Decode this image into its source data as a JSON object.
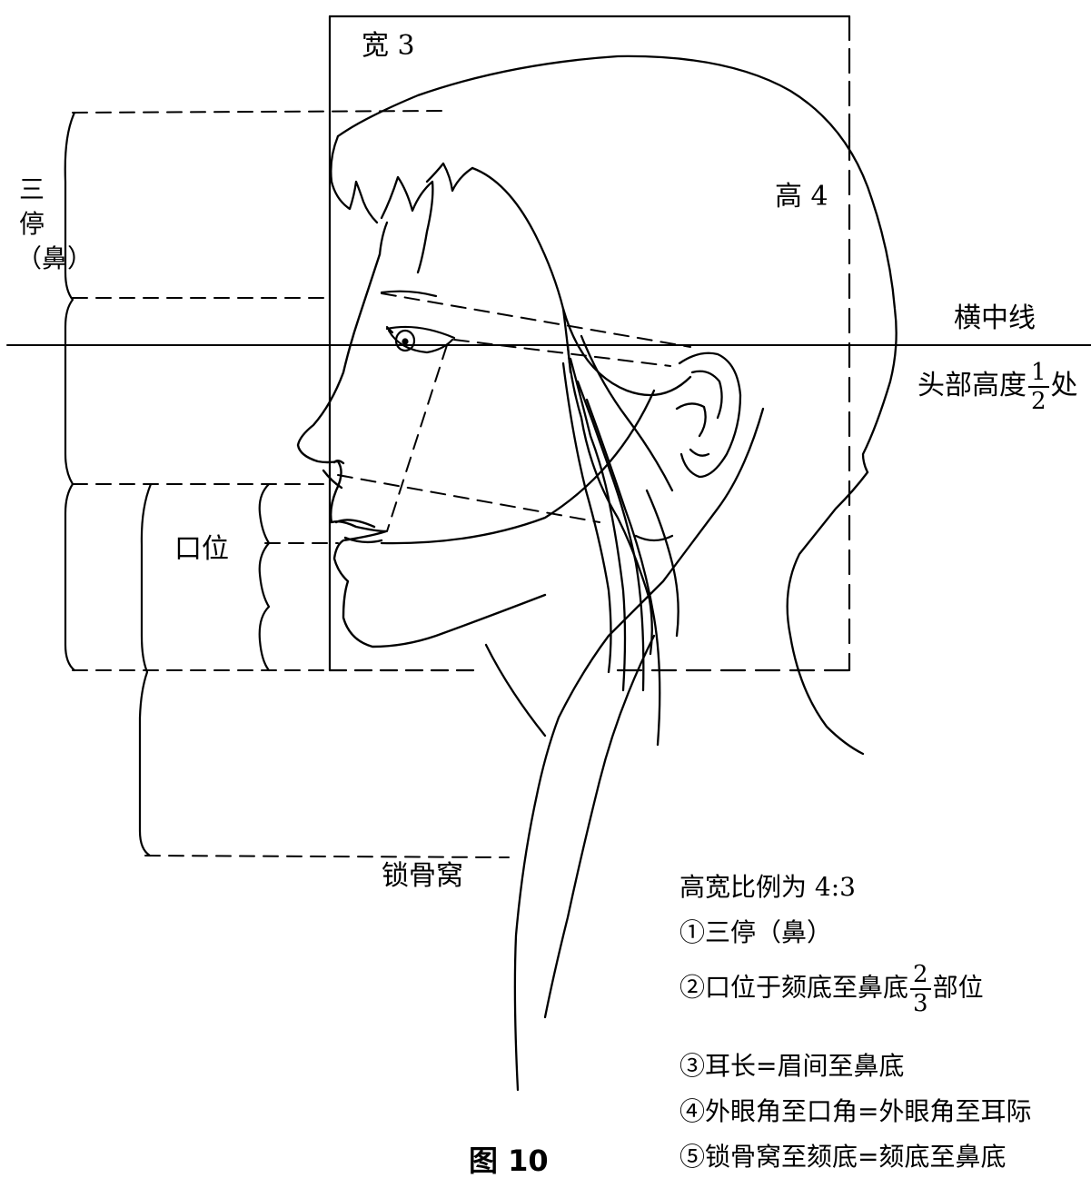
{
  "labels": {
    "width": "宽 3",
    "height": "高 4",
    "horizontal_midline": "横中线",
    "head_half_prefix": "头部高度",
    "head_half_frac_num": "1",
    "head_half_frac_den": "2",
    "head_half_suffix": "处",
    "three_sections": "三停（鼻）",
    "mouth_position": "口位",
    "clavicle_fossa": "锁骨窝",
    "figure_caption": "图 10"
  },
  "notes": {
    "ratio": "高宽比例为 4:3",
    "n1": "①三停（鼻）",
    "n2_prefix": "②口位于颏底至鼻底",
    "n2_frac_num": "2",
    "n2_frac_den": "3",
    "n2_suffix": "部位",
    "n3": "③耳长=眉间至鼻底",
    "n4": "④外眼角至口角=外眼角至耳际",
    "n5": "⑤锁骨窝至颏底=颏底至鼻底"
  },
  "colors": {
    "ink": "#000000",
    "paper": "#ffffff"
  }
}
